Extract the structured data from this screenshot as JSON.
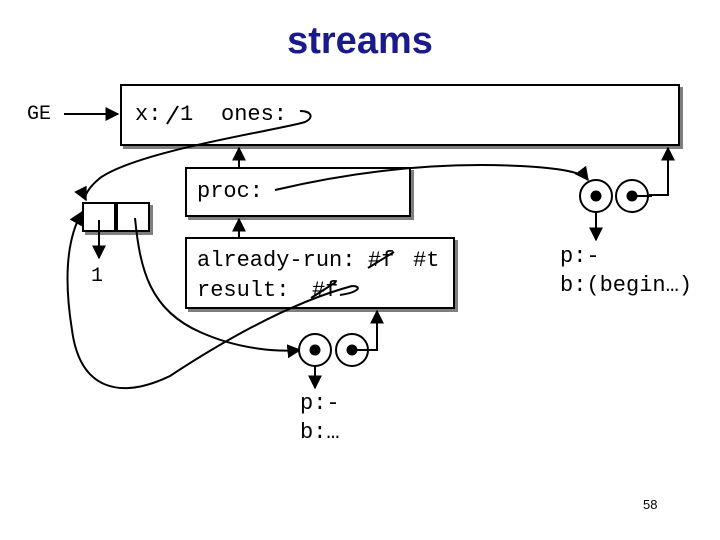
{
  "title": "streams",
  "global_env": {
    "label": "GE",
    "bindings": [
      "x:",
      "1",
      "ones:"
    ]
  },
  "proc_frame": {
    "binding": "proc:"
  },
  "memo_frame": {
    "line1": [
      "already-run:",
      "#f",
      "#t"
    ],
    "line2": [
      "result:",
      "#f"
    ]
  },
  "cons_cell": {
    "car_value": "1"
  },
  "closure_right": {
    "params": "p:-",
    "body": "b:(begin…)"
  },
  "closure_bottom": {
    "params": "p:-",
    "body": "b:…"
  },
  "slide_number": "58",
  "colors": {
    "title": "#1a1a8c",
    "shadow": "#7f7f7f"
  }
}
